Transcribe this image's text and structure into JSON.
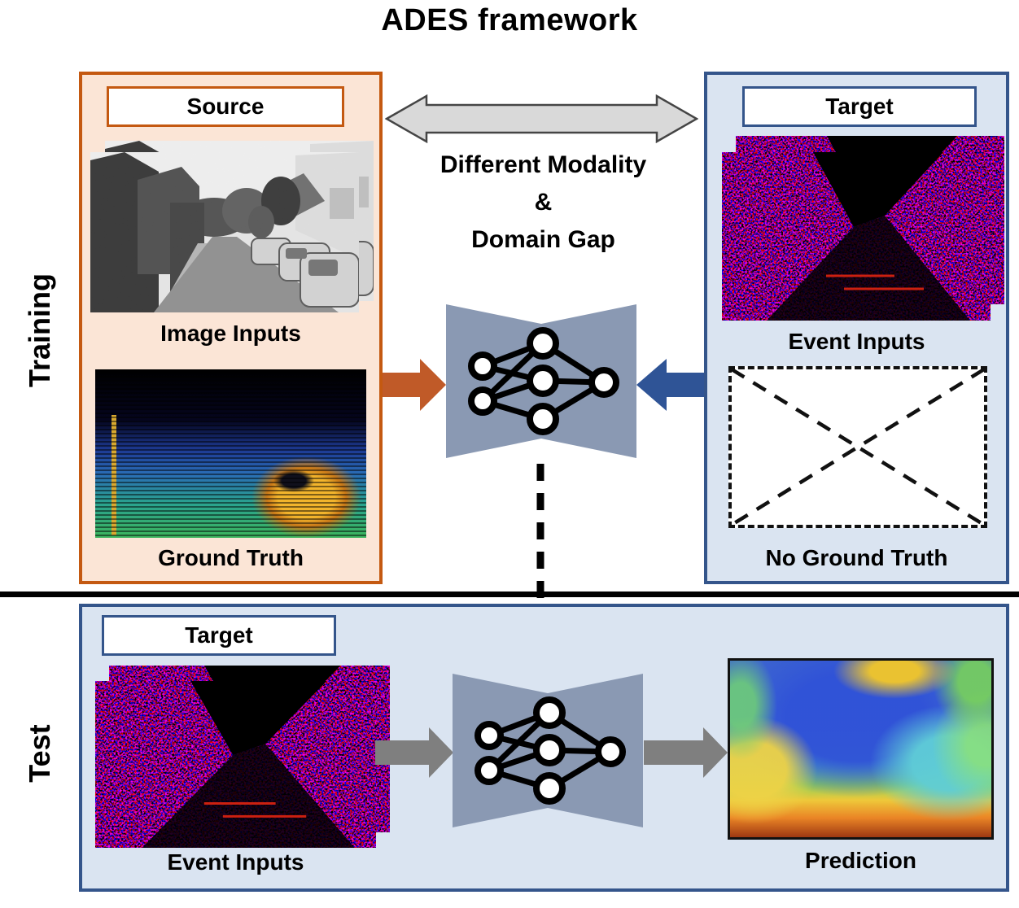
{
  "title": "ADES framework",
  "training": {
    "row_label": "Training",
    "source_panel": {
      "label": "Source",
      "image_caption": "Image Inputs",
      "gt_caption": "Ground Truth"
    },
    "target_panel": {
      "label": "Target",
      "event_caption": "Event Inputs",
      "no_gt_caption": "No Ground Truth"
    },
    "gap": {
      "line1": "Different Modality",
      "line2": "&",
      "line3": "Domain Gap"
    }
  },
  "test": {
    "row_label": "Test",
    "target_panel": {
      "label": "Target",
      "event_caption": "Event Inputs",
      "prediction_caption": "Prediction"
    }
  },
  "colors": {
    "source_fill": "#FBE5D6",
    "source_border": "#C45911",
    "target_fill": "#DAE4F1",
    "target_border": "#34558B",
    "network_fill": "#8A99B3",
    "source_arrow": "#C05A28",
    "target_arrow": "#2F5496",
    "test_arrow": "#7F7F7F",
    "modality_arrow_fill": "#D9D9D9",
    "divider": "#000000"
  }
}
